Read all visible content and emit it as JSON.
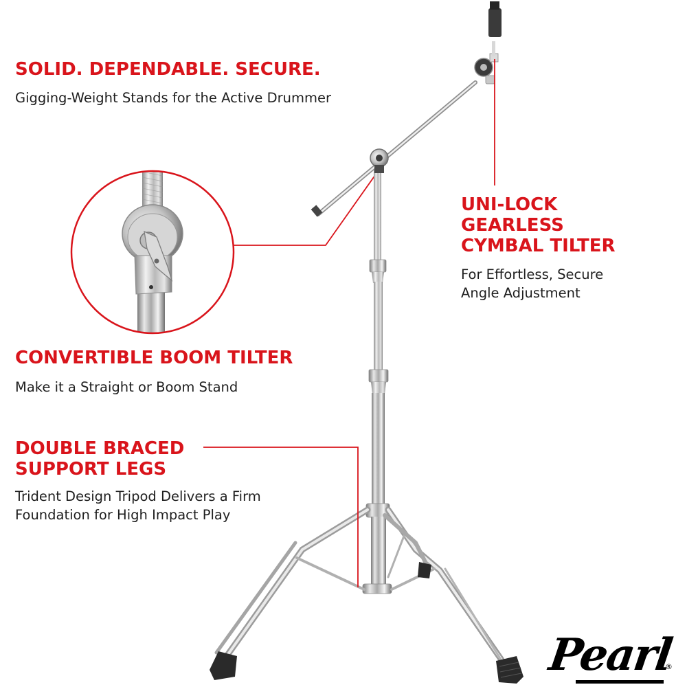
{
  "colors": {
    "accent_red": "#d9141b",
    "body_text": "#1e1e1e",
    "background": "#ffffff",
    "chrome": "#c8c8c8",
    "rubber": "#2a2a2a"
  },
  "features": [
    {
      "heading": "SOLID. DEPENDABLE. SECURE.",
      "description_lines": [
        "Gigging-Weight Stands for the Active Drummer"
      ]
    },
    {
      "heading_lines": [
        "UNI-LOCK",
        "GEARLESS",
        "CYMBAL TILTER"
      ],
      "description_lines": [
        "For Effortless, Secure",
        "Angle Adjustment"
      ]
    },
    {
      "heading": "CONVERTIBLE BOOM TILTER",
      "description_lines": [
        "Make it a Straight or Boom Stand"
      ]
    },
    {
      "heading_lines": [
        "DOUBLE BRACED",
        "SUPPORT LEGS"
      ],
      "description_lines": [
        "Trident Design Tripod Delivers a Firm",
        "Foundation for High Impact Play"
      ]
    }
  ],
  "product": {
    "name": "boom cymbal stand",
    "detail_callout": "boom tilter close-up"
  },
  "brand": {
    "logo_text": "Pearl",
    "registered_mark": "®"
  }
}
